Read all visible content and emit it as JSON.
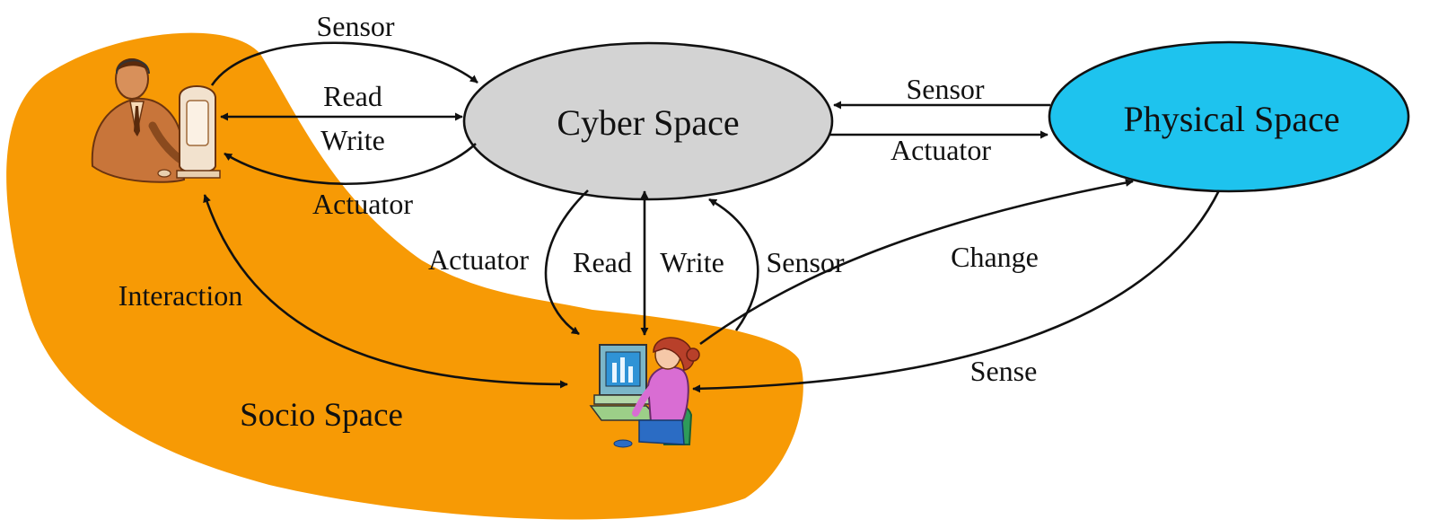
{
  "colors": {
    "socio_region": "#F79A05",
    "cyber_fill": "#D3D3D3",
    "physical_fill": "#1EC3EE",
    "edge": "#111111"
  },
  "nodes": {
    "cyber": "Cyber Space",
    "physical": "Physical Space",
    "socio": "Socio Space"
  },
  "actors": {
    "man_icon": "man-at-computer-icon",
    "woman_icon": "woman-at-computer-icon"
  },
  "edges": {
    "man_to_cyber_sensor": "Sensor",
    "man_cyber_read": "Read",
    "man_cyber_write": "Write",
    "cyber_to_man_actuator": "Actuator",
    "physical_to_cyber_sensor": "Sensor",
    "cyber_to_physical_actuator": "Actuator",
    "cyber_to_woman_actuator": "Actuator",
    "woman_cyber_read": "Read",
    "woman_cyber_write": "Write",
    "woman_to_cyber_sensor": "Sensor",
    "woman_to_physical_change": "Change",
    "physical_to_woman_sense": "Sense",
    "man_woman_interaction": "Interaction"
  }
}
